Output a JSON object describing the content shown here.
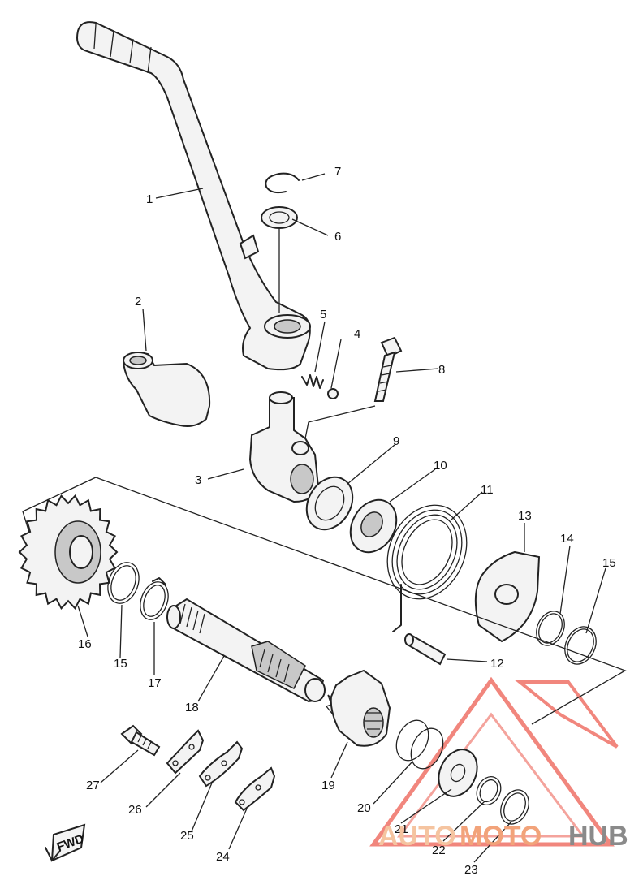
{
  "callouts": {
    "c1": "1",
    "c2": "2",
    "c3": "3",
    "c4": "4",
    "c5": "5",
    "c6": "6",
    "c7": "7",
    "c8": "8",
    "c9": "9",
    "c10": "10",
    "c11": "11",
    "c12": "12",
    "c13": "13",
    "c14": "14",
    "c15a": "15",
    "c15b": "15",
    "c16": "16",
    "c17": "17",
    "c18": "18",
    "c19": "19",
    "c20": "20",
    "c21": "21",
    "c22": "22",
    "c23": "23",
    "c24": "24",
    "c25": "25",
    "c26": "26",
    "c27": "27"
  },
  "direction_marker": "FWD",
  "watermark": {
    "part1": "AUTO",
    "part2": "MOTO",
    "part3": "HUB"
  },
  "colors": {
    "ink": "#222222",
    "watermark_red": "#e8322a",
    "watermark_gray": "#8a8a8a"
  }
}
